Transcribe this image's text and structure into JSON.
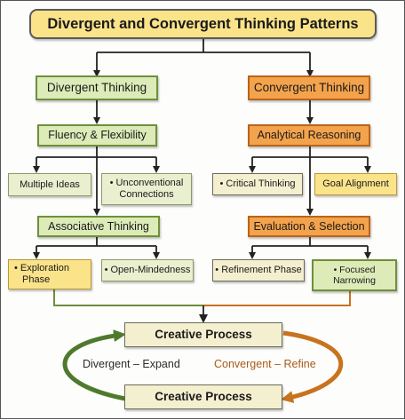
{
  "title": "Divergent and Convergent Thinking Patterns",
  "left": {
    "header": "Divergent Thinking",
    "level2": "Fluency & Flexibility",
    "level3a": "Multiple Ideas",
    "level3b_line1": "• Unconventional",
    "level3b_line2": "Connections",
    "level4": "Associative Thinking",
    "level5a_line1": "• Exploration",
    "level5a_line2": "Phase",
    "level5b": "• Open-Mindedness"
  },
  "right": {
    "header": "Convergent Thinking",
    "level2": "Analytical Reasoning",
    "level3a": "• Critical Thinking",
    "level3b": "Goal Alignment",
    "level4": "Evaluation & Selection",
    "level5a": "• Refinement Phase",
    "level5b": "• Focused Narrowing"
  },
  "cycle": {
    "top": "Creative Process",
    "bottom": "Creative Process",
    "left_label": "Divergent – Expand",
    "right_label": "Convergent – Refine"
  },
  "colors": {
    "green_fill": "#dcebb8",
    "orange_fill": "#f4a34d",
    "yellow_fill": "#fbe38a",
    "divergent_arrow": "#4f7a2e",
    "convergent_arrow": "#c8731f"
  }
}
